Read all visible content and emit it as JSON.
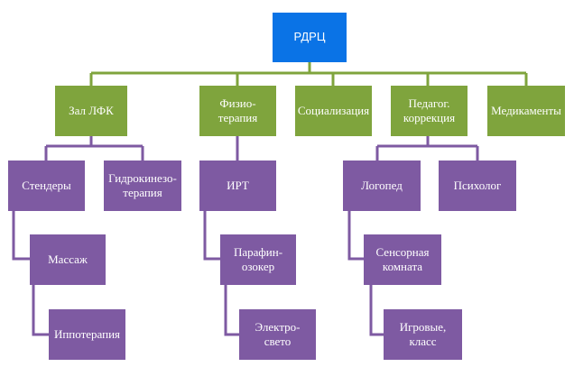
{
  "root": {
    "label": "РДРЦ"
  },
  "departments": [
    {
      "id": "lfk",
      "label": "Зал ЛФК"
    },
    {
      "id": "fizio",
      "label": "Физио-\nтерапия"
    },
    {
      "id": "social",
      "label": "Социализация"
    },
    {
      "id": "pedagog",
      "label": "Педагог.\nкоррекция"
    },
    {
      "id": "medic",
      "label": "Медикаменты"
    }
  ],
  "units": {
    "stendery": "Стендеры",
    "gidro": "Гидрокинезо-\nтерапия",
    "massazh": "Массаж",
    "ippoterapiya": "Иппотерапия",
    "irt": "ИРТ",
    "parafin": "Парафин-\nозокер",
    "elektro": "Электро-свето",
    "logoped": "Логопед",
    "psiholog": "Психолог",
    "sensornaya": "Сенсорная\nкомната",
    "igrovye": "Игровые, класс"
  },
  "colors": {
    "root": "#0a73e6",
    "department": "#7fa43d",
    "unit": "#7e5aa2",
    "department_connector": "#7fa43d",
    "unit_connector": "#7e5aa2"
  }
}
